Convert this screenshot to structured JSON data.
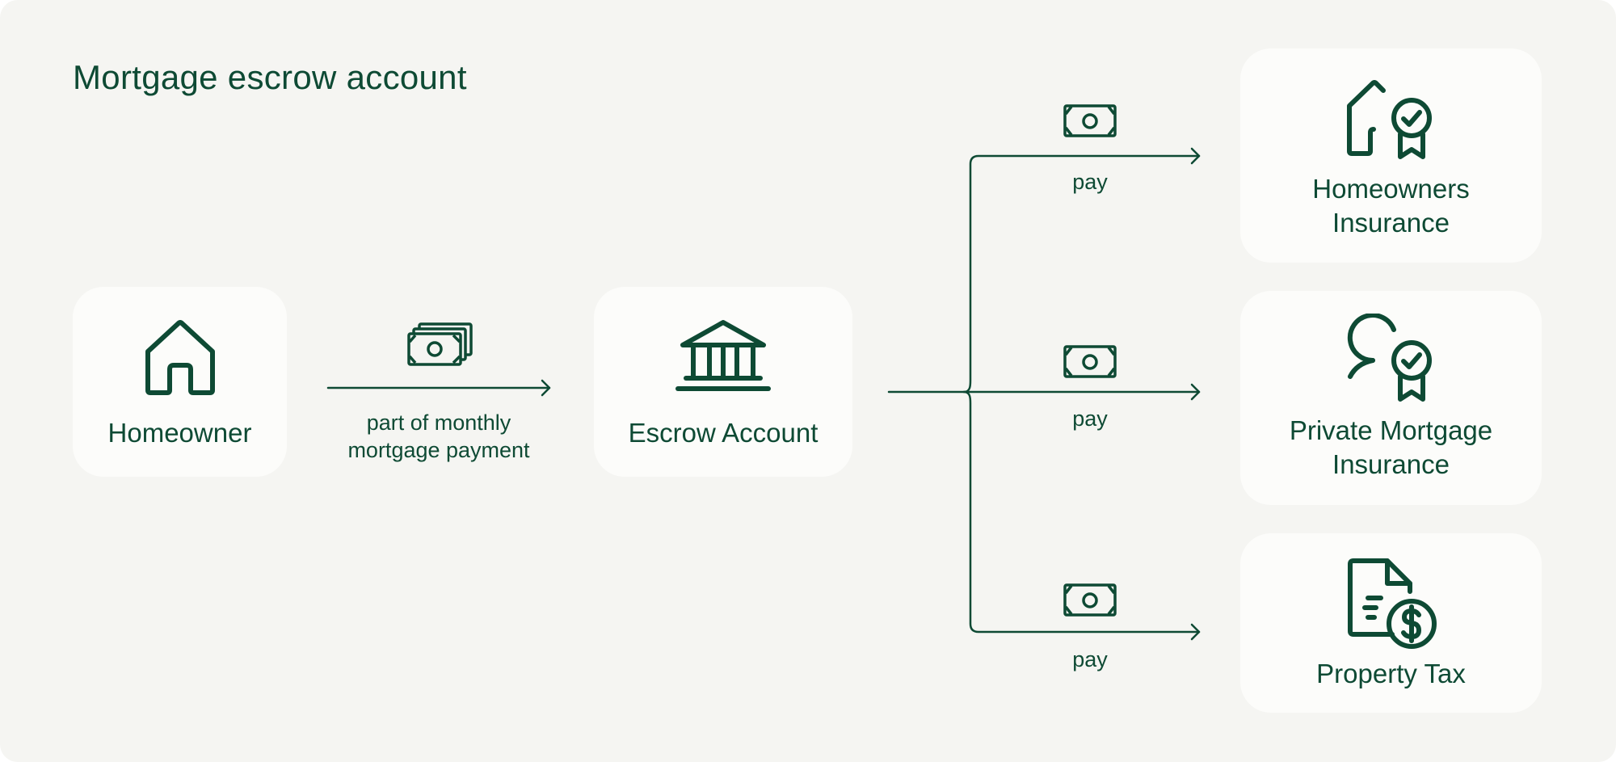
{
  "title": "Mortgage escrow account",
  "colors": {
    "background": "#f5f5f2",
    "card": "#fcfcfa",
    "ink": "#0e4a34"
  },
  "nodes": {
    "homeowner": {
      "label": "Homeowner",
      "icon": "house-icon"
    },
    "escrow": {
      "label": "Escrow Account",
      "icon": "bank-icon"
    },
    "homeowners_insurance": {
      "line1": "Homeowners",
      "line2": "Insurance",
      "icon": "house-badge-icon"
    },
    "pmi": {
      "line1": "Private Mortgage",
      "line2": "Insurance",
      "icon": "person-badge-icon"
    },
    "property_tax": {
      "label": "Property Tax",
      "icon": "tax-document-icon"
    }
  },
  "edges": {
    "deposit": {
      "line1": "part of monthly",
      "line2": "mortgage payment",
      "icon": "cash-stack-icon"
    },
    "pay_top": {
      "label": "pay",
      "icon": "banknote-icon"
    },
    "pay_mid": {
      "label": "pay",
      "icon": "banknote-icon"
    },
    "pay_bottom": {
      "label": "pay",
      "icon": "banknote-icon"
    }
  }
}
